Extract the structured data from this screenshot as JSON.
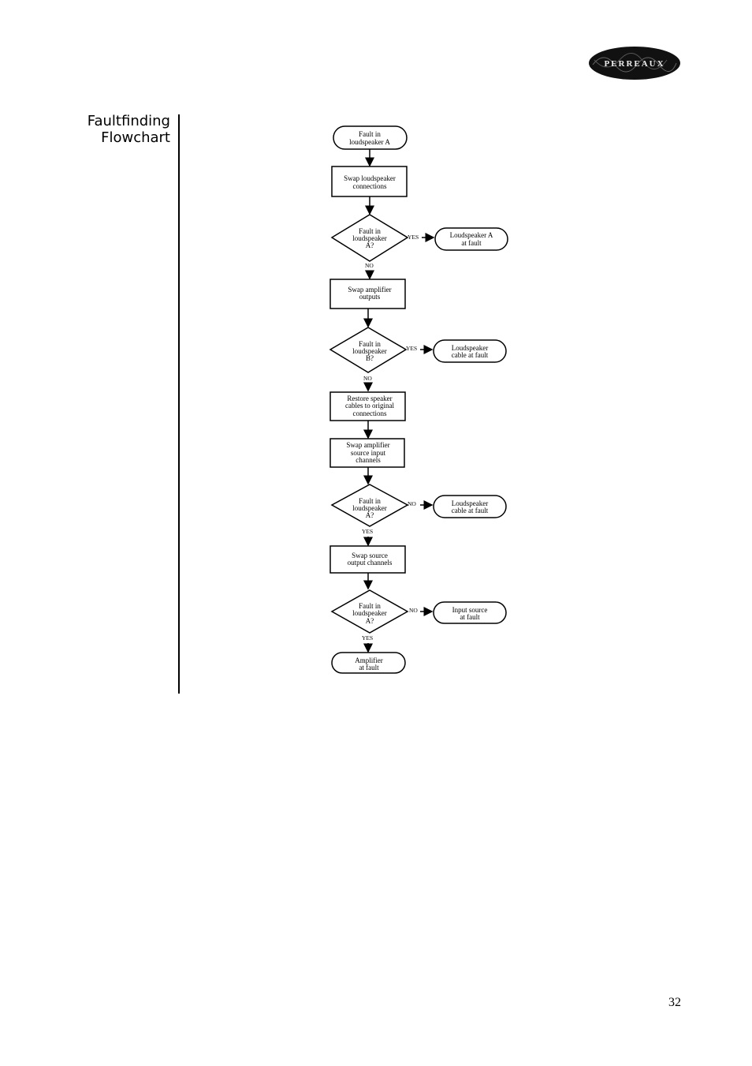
{
  "brand": {
    "logo_text": "PERREAUX"
  },
  "section": {
    "title_line1": "Faultfinding",
    "title_line2": "Flowchart"
  },
  "page_number": "32",
  "flowchart": {
    "start": {
      "line1": "Fault in",
      "line2": "loudspeaker A"
    },
    "swap_speaker": {
      "line1": "Swap loudspeaker",
      "line2": "connections"
    },
    "decision_a1": {
      "line1": "Fault in",
      "line2": "loudspeaker",
      "line3": "A?"
    },
    "result_speaker_a": {
      "line1": "Loudspeaker A",
      "line2": "at fault"
    },
    "swap_amp_out": {
      "line1": "Swap amplifier",
      "line2": "outputs"
    },
    "decision_b": {
      "line1": "Fault in",
      "line2": "loudspeaker",
      "line3": "B?"
    },
    "result_cable_1": {
      "line1": "Loudspeaker",
      "line2": "cable at fault"
    },
    "restore": {
      "line1": "Restore speaker",
      "line2": "cables to original",
      "line3": "connections"
    },
    "swap_amp_in": {
      "line1": "Swap amplifier",
      "line2": "source input",
      "line3": "channels"
    },
    "decision_a2": {
      "line1": "Fault in",
      "line2": "loudspeaker",
      "line3": "A?"
    },
    "result_cable_2": {
      "line1": "Loudspeaker",
      "line2": "cable at fault"
    },
    "swap_source": {
      "line1": "Swap source",
      "line2": "output channels"
    },
    "decision_a3": {
      "line1": "Fault in",
      "line2": "loudspeaker",
      "line3": "A?"
    },
    "result_input": {
      "line1": "Input source",
      "line2": "at fault"
    },
    "end_amp": {
      "line1": "Amplifier",
      "line2": "at fault"
    },
    "edges": {
      "yes": "YES",
      "no": "NO"
    }
  }
}
